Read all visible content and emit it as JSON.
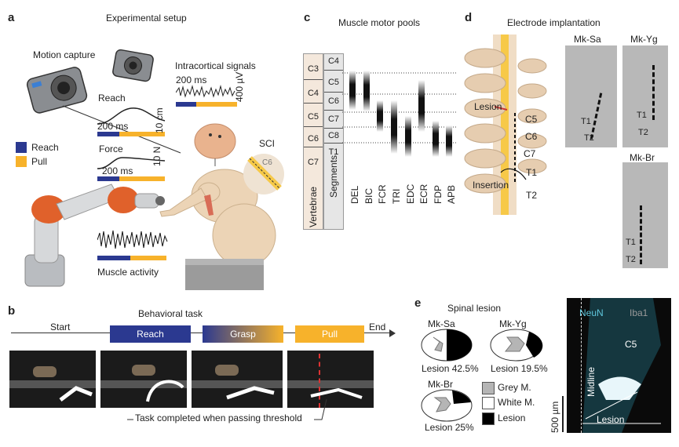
{
  "panel_a": {
    "letter": "a",
    "title": "Experimental setup",
    "motion_capture": "Motion capture",
    "intracortical": "Intracortical signals",
    "ic_time": "200 ms",
    "ic_amp": "400 µV",
    "reach_label": "Reach",
    "reach_time": "200 ms",
    "reach_scale": "10 cm",
    "force_label": "Force",
    "force_time": "200 ms",
    "force_scale": "10 N",
    "legend": [
      {
        "label": "Reach",
        "color": "#2b3990"
      },
      {
        "label": "Pull",
        "color": "#f7b22b"
      }
    ],
    "muscle_activity": "Muscle activity",
    "sci": "SCI",
    "c6": "C6"
  },
  "panel_b": {
    "letter": "b",
    "title": "Behavioral task",
    "start": "Start",
    "end": "End",
    "phases": [
      "Reach",
      "Grasp",
      "Pull"
    ],
    "threshold_note": "Task completed when passing threshold"
  },
  "panel_c": {
    "letter": "c",
    "title": "Muscle motor pools",
    "vertebrae_label": "Vertebrae",
    "segments_label": "Segments",
    "vertebrae": [
      "C3",
      "C4",
      "C5",
      "C6",
      "C7"
    ],
    "segments": [
      "C4",
      "C5",
      "C6",
      "C7",
      "C8",
      "T1"
    ],
    "muscles": [
      "DEL",
      "BIC",
      "FCR",
      "TRI",
      "EDC",
      "ECR",
      "FDP",
      "APB"
    ]
  },
  "panel_d": {
    "letter": "d",
    "title": "Electrode implantation",
    "lesion": "Lesion",
    "insertion": "Insertion",
    "spine_levels": [
      "C5",
      "C6",
      "C7",
      "T1",
      "T2"
    ],
    "xrays": [
      {
        "name": "Mk-Sa",
        "levels": [
          "T1",
          "T2"
        ]
      },
      {
        "name": "Mk-Yg",
        "levels": [
          "T1",
          "T2"
        ]
      },
      {
        "name": "Mk-Br",
        "levels": [
          "T1",
          "T2"
        ]
      }
    ]
  },
  "panel_e": {
    "letter": "e",
    "title": "Spinal lesion",
    "lesions": [
      {
        "monkey": "Mk-Sa",
        "label": "Lesion 42.5%"
      },
      {
        "monkey": "Mk-Yg",
        "label": "Lesion 19.5%"
      },
      {
        "monkey": "Mk-Br",
        "label": "Lesion 25%"
      }
    ],
    "legend": [
      {
        "label": "Grey M.",
        "color": "#b5b5b5"
      },
      {
        "label": "White M.",
        "color": "#ffffff"
      },
      {
        "label": "Lesion",
        "color": "#000000"
      }
    ],
    "stain_neun": "NeuN",
    "stain_iba1": "Iba1",
    "histo_c5": "C5",
    "histo_midline": "Midline",
    "histo_lesion": "Lesion",
    "scale": "500 µm",
    "colors": {
      "neun": "#5fc6dc",
      "iba1": "#9a9a9a"
    }
  }
}
